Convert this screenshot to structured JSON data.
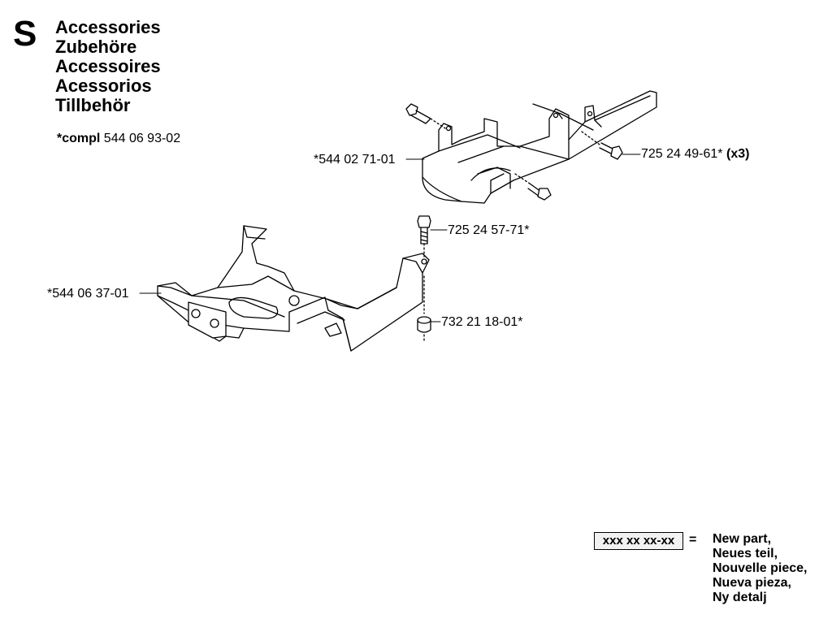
{
  "header": {
    "section_letter": "S",
    "titles": [
      "Accessories",
      "Zubehöre",
      "Accessoires",
      "Acessorios",
      "Tillbehör"
    ]
  },
  "compl": {
    "label": "*compl",
    "number": "544 06 93-02"
  },
  "parts": [
    {
      "id": "bracket-upper",
      "label": "*544 02 71-01",
      "suffix": ""
    },
    {
      "id": "bolt-right",
      "label": "725 24 49-61*",
      "suffix": "(x3)"
    },
    {
      "id": "bolt-vertical",
      "label": "725 24 57-71*",
      "suffix": ""
    },
    {
      "id": "bracket-lower",
      "label": "*544 06 37-01",
      "suffix": ""
    },
    {
      "id": "nut",
      "label": "732 21 18-01*",
      "suffix": ""
    }
  ],
  "legend": {
    "code": "xxx xx xx-xx",
    "equals": "=",
    "meanings": [
      "New part,",
      "Neues teil,",
      "Nouvelle piece,",
      "Nueva pieza,",
      "Ny detalj"
    ]
  }
}
